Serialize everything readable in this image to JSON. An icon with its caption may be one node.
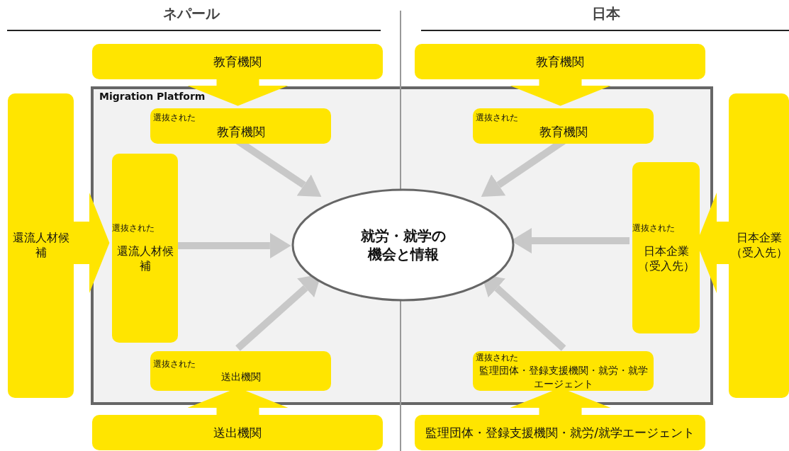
{
  "diagram": {
    "nodes": [
      {
        "text": [
          "Migration Platform"
        ]
      },
      {
        "text": [
          "教育機関"
        ]
      },
      {
        "text": [
          "選抜された",
          "教育機関"
        ],
        "in": 0
      },
      {
        "text": [
          "教育機関"
        ]
      },
      {
        "text": [
          "選抜された",
          "教育機関"
        ],
        "in": 0
      },
      {
        "text": [
          "還流人材候補"
        ]
      },
      {
        "text": [
          "選抜された",
          "還流人材候補"
        ],
        "in": 0
      },
      {
        "text": [
          "就労・就学の機会と情報"
        ],
        "in": 0
      },
      {
        "text": [
          "選抜された",
          "日本企業（受入先）"
        ],
        "in": 0
      },
      {
        "text": [
          "日本企業（受入先）"
        ]
      },
      {
        "text": [
          "選抜された",
          "送出機関"
        ],
        "in": 0
      },
      {
        "text": [
          "選抜された",
          "監理団体・登録支援機関・就労・就学エージェント"
        ],
        "in": 0
      },
      {
        "text": [
          "送出機関"
        ]
      },
      {
        "text": [
          "監理団体・登録支援機関・就労/就学エージェント"
        ]
      }
    ],
    "edges": [
      {
        "from": 1,
        "to": 2,
        "arrow": "to",
        "style": "thick",
        "color": "#ffe500"
      },
      {
        "from": 3,
        "to": 4,
        "arrow": "to",
        "style": "thick",
        "color": "#ffe500"
      },
      {
        "from": 5,
        "to": 6,
        "arrow": "to",
        "style": "thick",
        "color": "#ffe500"
      },
      {
        "from": 9,
        "to": 8,
        "arrow": "to",
        "style": "thick",
        "color": "#ffe500"
      },
      {
        "from": 12,
        "to": 10,
        "arrow": "to",
        "style": "thick",
        "color": "#ffe500"
      },
      {
        "from": 13,
        "to": 11,
        "arrow": "to",
        "style": "thick",
        "color": "#ffe500"
      },
      {
        "from": 2,
        "to": 7,
        "arrow": "to",
        "color": "#c8c8c8"
      },
      {
        "from": 4,
        "to": 7,
        "arrow": "to",
        "color": "#c8c8c8"
      },
      {
        "from": 6,
        "to": 7,
        "arrow": "to",
        "color": "#c8c8c8"
      },
      {
        "from": 8,
        "to": 7,
        "arrow": "to",
        "color": "#c8c8c8"
      },
      {
        "from": 10,
        "to": 7,
        "arrow": "to",
        "color": "#c8c8c8"
      },
      {
        "from": 11,
        "to": 7,
        "arrow": "to",
        "color": "#c8c8c8"
      }
    ],
    "labels": [
      "ネパール",
      "日本"
    ]
  }
}
